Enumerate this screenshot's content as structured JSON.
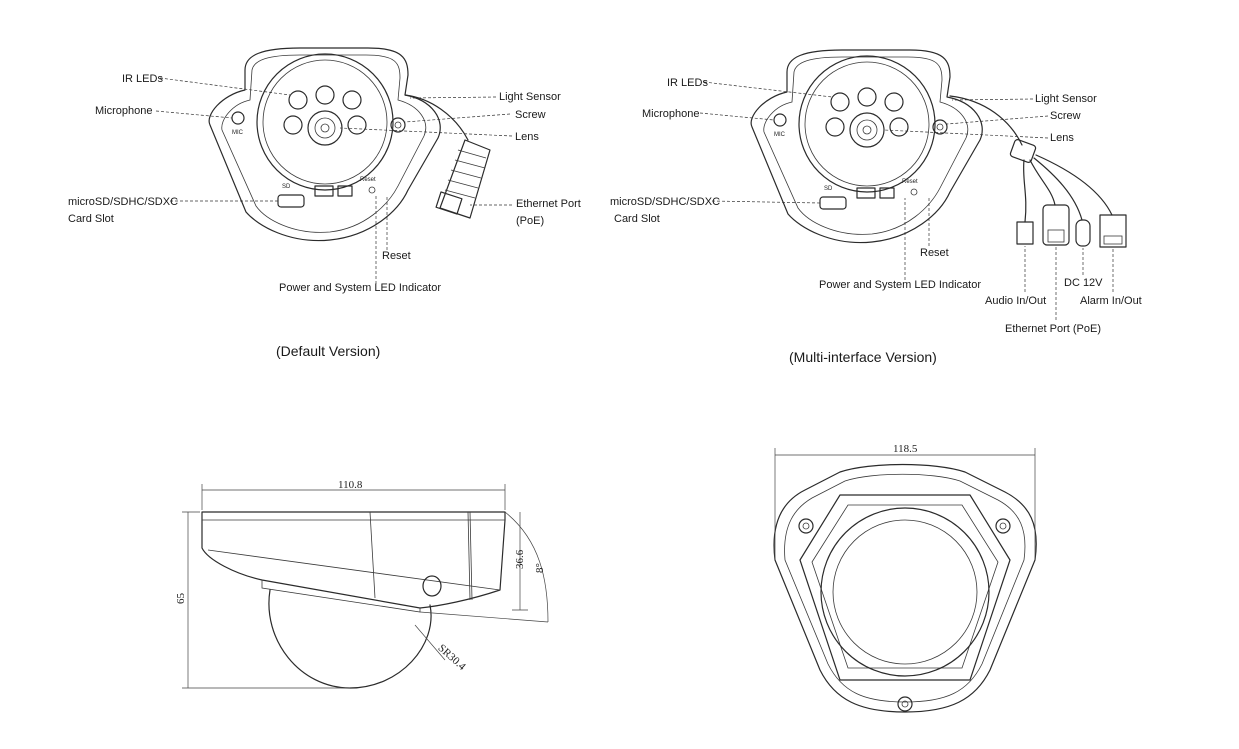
{
  "default_version": {
    "caption": "(Default Version)",
    "labels": {
      "ir_leds": "IR LEDs",
      "microphone": "Microphone",
      "light_sensor": "Light Sensor",
      "screw": "Screw",
      "lens": "Lens",
      "card_slot_line1": "microSD/SDHC/SDXC",
      "card_slot_line2": "Card Slot",
      "ethernet_line1": "Ethernet Port",
      "ethernet_line2": "(PoE)",
      "reset": "Reset",
      "power_led": "Power and System LED Indicator"
    },
    "markings": {
      "mic": "MIC",
      "sd": "SD",
      "reset": "Reset"
    }
  },
  "multi_interface_version": {
    "caption": "(Multi-interface Version)",
    "labels": {
      "ir_leds": "IR LEDs",
      "microphone": "Microphone",
      "light_sensor": "Light Sensor",
      "screw": "Screw",
      "lens": "Lens",
      "card_slot_line1": "microSD/SDHC/SDXC",
      "card_slot_line2": "Card Slot",
      "reset": "Reset",
      "power_led": "Power and System LED Indicator",
      "audio": "Audio In/Out",
      "dc": "DC 12V",
      "alarm": "Alarm In/Out",
      "ethernet": "Ethernet Port (PoE)"
    },
    "markings": {
      "mic": "MIC",
      "sd": "SD",
      "reset": "Reset"
    }
  },
  "side_view": {
    "width": "110.8",
    "total_height": "65",
    "body_height": "36.6",
    "tilt": "8°",
    "dome_radius": "SR30.4"
  },
  "top_view": {
    "width": "118.5"
  }
}
